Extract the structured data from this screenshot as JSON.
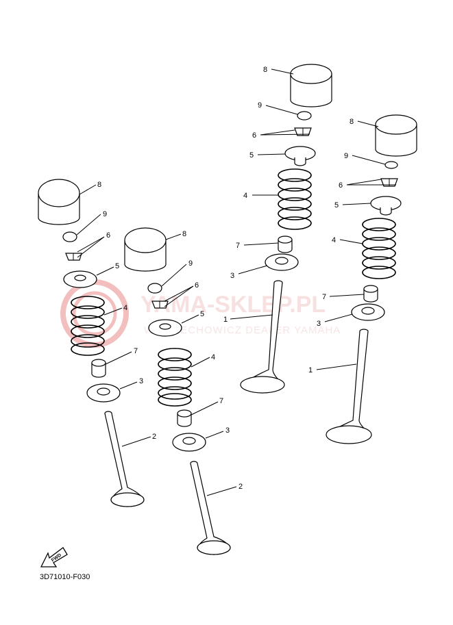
{
  "watermark": {
    "title": "YAMA-SKLEP.PL",
    "subtitle": "WOJCIECHOWICZ DEALER YAMAHA",
    "color": "#e88a8a"
  },
  "orientation": {
    "label": "FWD",
    "icon": "fwd-arrow-icon"
  },
  "reference_code": "3D71010-F030",
  "callouts": {
    "c1": "1",
    "c2": "2",
    "c3": "3",
    "c4": "4",
    "c5": "5",
    "c6": "6",
    "c7": "7",
    "c8": "8",
    "c9": "9"
  }
}
